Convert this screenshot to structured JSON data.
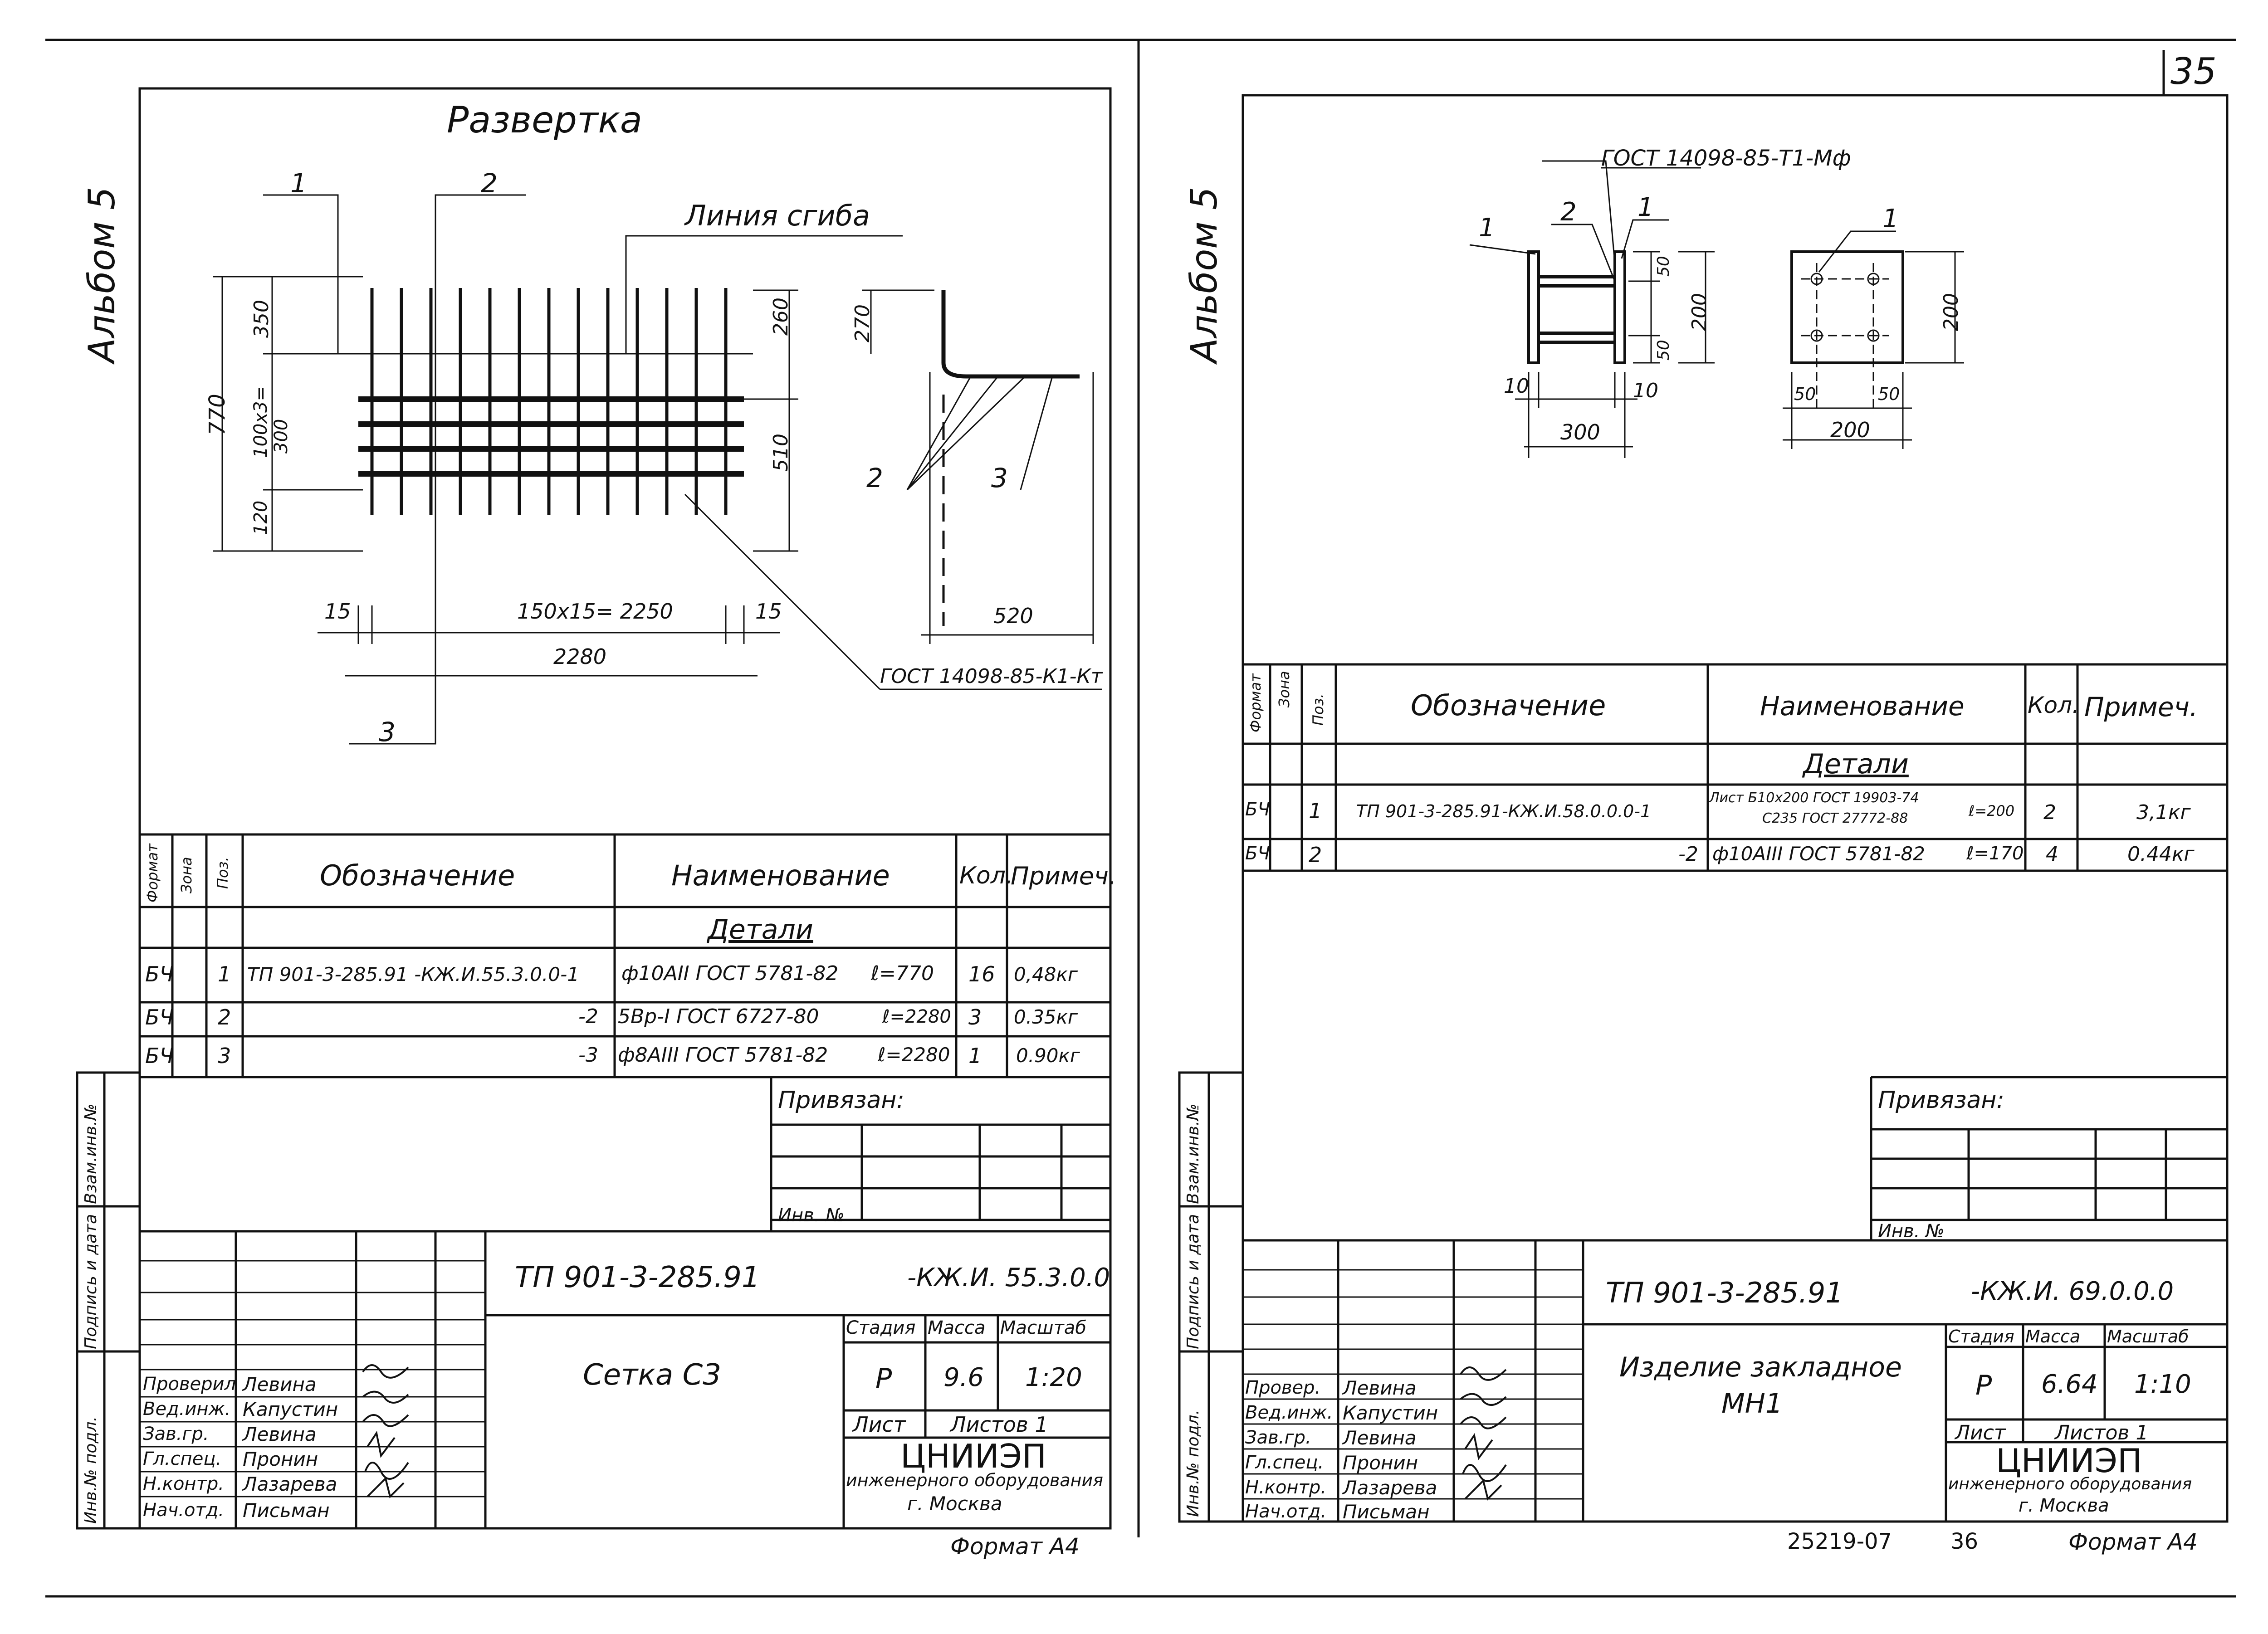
{
  "page_number": "35",
  "left": {
    "album_label": "Альбом 5",
    "drawing_title": "Развертка",
    "callouts": {
      "c1": "1",
      "c2": "2",
      "c3": "3",
      "bend_label": "Линия сгиба",
      "gost_ref": "ГОСТ 14098-85-К1-Кт",
      "side_2": "2",
      "side_3": "3"
    },
    "dims": {
      "d770": "770",
      "d350": "350",
      "d100x3": "100x3=",
      "d300": "300",
      "d120": "120",
      "d260": "260",
      "d510": "510",
      "d270": "270",
      "d15a": "15",
      "d150x15": "150x15= 2250",
      "d15b": "15",
      "d520": "520",
      "d2280": "2280"
    },
    "spec_headers": {
      "format": "Формат",
      "zone": "Зона",
      "pos": "Поз.",
      "designation": "Обозначение",
      "name": "Наименование",
      "qty": "Кол.",
      "note": "Примеч."
    },
    "spec_section": "Детали",
    "spec_rows": [
      {
        "format": "БЧ",
        "pos": "1",
        "designation": "ТП 901-3-285.91 -КЖ.И.55.3.0.0-1",
        "name": "ф10АII ГОСТ 5781-82",
        "length": "ℓ=770",
        "qty": "16",
        "note": "0,48кг"
      },
      {
        "format": "БЧ",
        "pos": "2",
        "designation": "-2",
        "name": "5Вр-I ГОСТ 6727-80",
        "length": "ℓ=2280",
        "qty": "3",
        "note": "0.35кг"
      },
      {
        "format": "БЧ",
        "pos": "3",
        "designation": "-3",
        "name": "ф8АIII ГОСТ 5781-82",
        "length": "ℓ=2280",
        "qty": "1",
        "note": "0.90кг"
      }
    ],
    "bound_label": "Привязан:",
    "inv_label": "Инв. №",
    "side_stamp": {
      "s1": "Взам.инв.№",
      "s2": "Подпись и дата",
      "s3": "Инв.№ подл."
    },
    "doc_code": "ТП 901-3-285.91",
    "doc_suffix": "-КЖ.И. 55.3.0.0",
    "item_name": "Сетка С3",
    "stage_label": "Стадия",
    "mass_label": "Масса",
    "scale_label": "Масштаб",
    "stage": "Р",
    "mass": "9.6",
    "scale": "1:20",
    "sheet_label": "Лист",
    "sheets_label": "Листов 1",
    "org_name": "ЦНИИЭП",
    "org_line2": "инженерного оборудования",
    "org_line3": "г. Москва",
    "personnel": [
      {
        "role": "Проверил",
        "name": "Левина"
      },
      {
        "role": "Вед.инж.",
        "name": "Капустин"
      },
      {
        "role": "Зав.гр.",
        "name": "Левина"
      },
      {
        "role": "Гл.спец.",
        "name": "Пронин"
      },
      {
        "role": "Н.контр.",
        "name": "Лазарева"
      },
      {
        "role": "Нач.отд.",
        "name": "Письман"
      }
    ],
    "format_label": "Формат А4"
  },
  "right": {
    "album_label": "Альбом 5",
    "gost_ref": "ГОСТ 14098-85-Т1-Мф",
    "callouts": {
      "c1a": "1",
      "c2": "2",
      "c1b": "1",
      "c1c": "1"
    },
    "dims": {
      "d50a": "50",
      "d200a": "200",
      "d50b": "50",
      "d10a": "10",
      "d10b": "10",
      "d300": "300",
      "d200b": "200",
      "d50c": "50",
      "d50d": "50",
      "d200c": "200"
    },
    "spec_headers": {
      "format": "Формат",
      "zone": "Зона",
      "pos": "Поз.",
      "designation": "Обозначение",
      "name": "Наименование",
      "qty": "Кол.",
      "note": "Примеч."
    },
    "spec_section": "Детали",
    "spec_rows": [
      {
        "format": "БЧ",
        "pos": "1",
        "designation": "ТП 901-3-285.91-КЖ.И.58.0.0.0-1",
        "name_top": "Лист Б10х200 ГОСТ 19903-74",
        "name_bottom": "С235 ГОСТ 27772-88",
        "length": "ℓ=200",
        "qty": "2",
        "note": "3,1кг"
      },
      {
        "format": "БЧ",
        "pos": "2",
        "designation": "-2",
        "name": "ф10АIII ГОСТ 5781-82",
        "length": "ℓ=170",
        "qty": "4",
        "note": "0.44кг"
      }
    ],
    "bound_label": "Привязан:",
    "inv_label": "Инв. №",
    "side_stamp": {
      "s1": "Взам.инв.№",
      "s2": "Подпись и дата",
      "s3": "Инв.№ подл."
    },
    "doc_code": "ТП 901-3-285.91",
    "doc_suffix": "-КЖ.И. 69.0.0.0",
    "item_name_1": "Изделие закладное",
    "item_name_2": "МН1",
    "stage_label": "Стадия",
    "mass_label": "Масса",
    "scale_label": "Масштаб",
    "stage": "Р",
    "mass": "6.64",
    "scale": "1:10",
    "sheet_label": "Лист",
    "sheets_label": "Листов 1",
    "org_name": "ЦНИИЭП",
    "org_line2": "инженерного оборудования",
    "org_line3": "г. Москва",
    "personnel": [
      {
        "role": "Провер.",
        "name": "Левина"
      },
      {
        "role": "Вед.инж.",
        "name": "Капустин"
      },
      {
        "role": "Зав.гр.",
        "name": "Левина"
      },
      {
        "role": "Гл.спец.",
        "name": "Пронин"
      },
      {
        "role": "Н.контр.",
        "name": "Лазарева"
      },
      {
        "role": "Нач.отд.",
        "name": "Письман"
      }
    ],
    "archive_no": "25219-07",
    "page_36": "36",
    "format_label": "Формат А4"
  }
}
